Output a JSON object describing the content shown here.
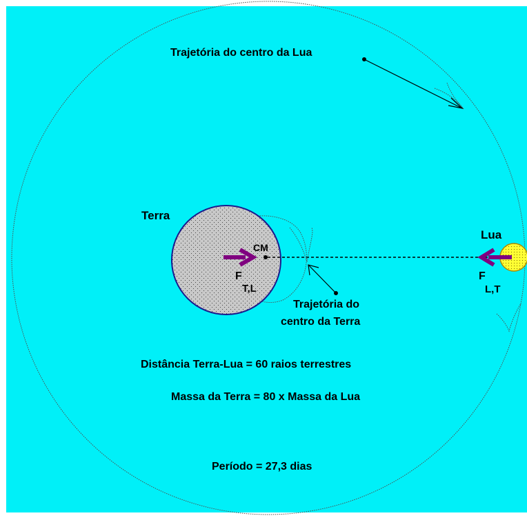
{
  "labels": {
    "moon_trajectory": "Trajetória do centro da Lua",
    "earth": "Terra",
    "moon": "Lua",
    "center_of_mass": "CM",
    "force_tl_main": "F",
    "force_tl_sub": "T,L",
    "force_lt_main": "F",
    "force_lt_sub": "L,T",
    "earth_trajectory_line1": "Trajetória do",
    "earth_trajectory_line2": "centro da Terra",
    "distance": "Distância Terra-Lua =  60 raios terrestres",
    "mass": "Massa da Terra = 80 x Massa da Lua",
    "period": "Período = 27,3 dias"
  },
  "colors": {
    "background": "#00f0f8",
    "earth_fill": "#c8c8c8",
    "earth_outline": "#1a1a8c",
    "moon_fill": "#ffff33",
    "moon_outline": "#b08a00",
    "force_arrow": "#800080",
    "trajectory": "#505050"
  }
}
